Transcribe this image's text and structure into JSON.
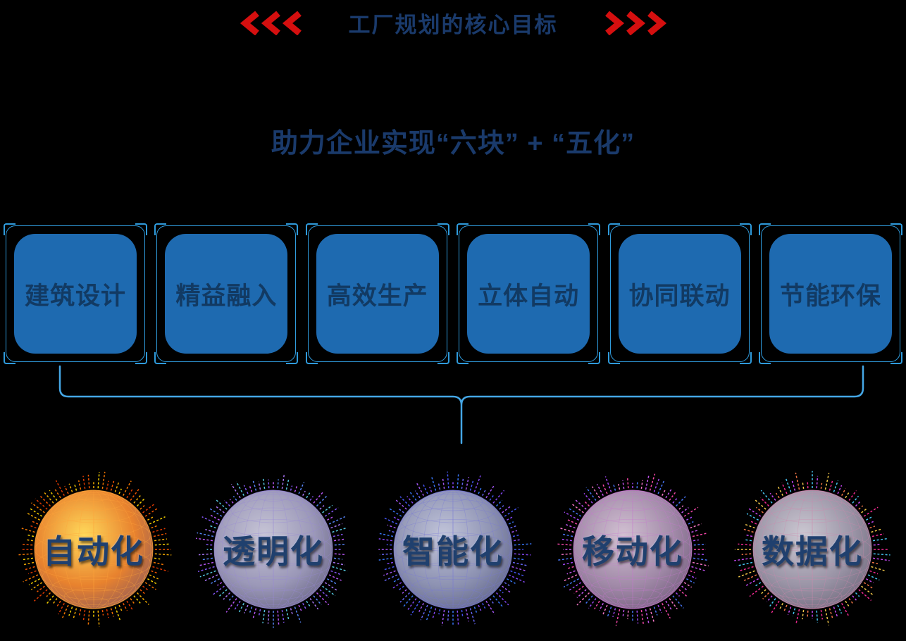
{
  "background_color": "#000000",
  "header": {
    "title": "工厂规划的核心目标",
    "accent_color": "#d50f0f",
    "title_color": "#1a3a6b",
    "icons": {
      "left": "triple-chevron-left",
      "right": "triple-chevron-right"
    }
  },
  "subtitle": "助力企业实现“六块” + “五化”",
  "blocks": {
    "frame_color": "#2f9bdc",
    "fill_color": "#1e6ab0",
    "text_color": "#123a63",
    "items": [
      {
        "label": "建筑设计"
      },
      {
        "label": "精益融入"
      },
      {
        "label": "高效生产"
      },
      {
        "label": "立体自动"
      },
      {
        "label": "协同联动"
      },
      {
        "label": "节能环保"
      }
    ]
  },
  "connector": {
    "type": "under-brace",
    "color": "#45a7e6"
  },
  "spheres": {
    "label_color": "#20406e",
    "items": [
      {
        "label": "自动化",
        "core_center": "#ffd95a",
        "core_mid": "#e8822e",
        "core_edge": "#7d5264",
        "wire": "#ffa63c",
        "spikes": [
          "#ff5a00",
          "#ffb400",
          "#ffd900",
          "#ff7b00",
          "#e83c00"
        ]
      },
      {
        "label": "透明化",
        "core_center": "#c7c5d6",
        "core_mid": "#9b98b8",
        "core_edge": "#5f5c7a",
        "wire": "#9a8ad8",
        "spikes": [
          "#8a5aff",
          "#c05aff",
          "#5a8aff",
          "#b07bff",
          "#5ad0e8"
        ]
      },
      {
        "label": "智能化",
        "core_center": "#c2c5da",
        "core_mid": "#8d92b2",
        "core_edge": "#565b7e",
        "wire": "#7a7ad8",
        "spikes": [
          "#4a5aff",
          "#8a4aff",
          "#3a7aff",
          "#6a6aff",
          "#aa5aff"
        ]
      },
      {
        "label": "移动化",
        "core_center": "#d2c0d2",
        "core_mid": "#a18aa8",
        "core_edge": "#6a5574",
        "wire": "#c77ad0",
        "spikes": [
          "#ff4ab0",
          "#aa4aff",
          "#4a7aff",
          "#ff7bd0",
          "#d05aff"
        ]
      },
      {
        "label": "数据化",
        "core_center": "#ccc8d2",
        "core_mid": "#9a94a6",
        "core_edge": "#665f72",
        "wire": "#d08ab0",
        "spikes": [
          "#ff2d9a",
          "#4ad0ff",
          "#d04aff",
          "#ff7b4a",
          "#ffd24d"
        ]
      }
    ]
  }
}
